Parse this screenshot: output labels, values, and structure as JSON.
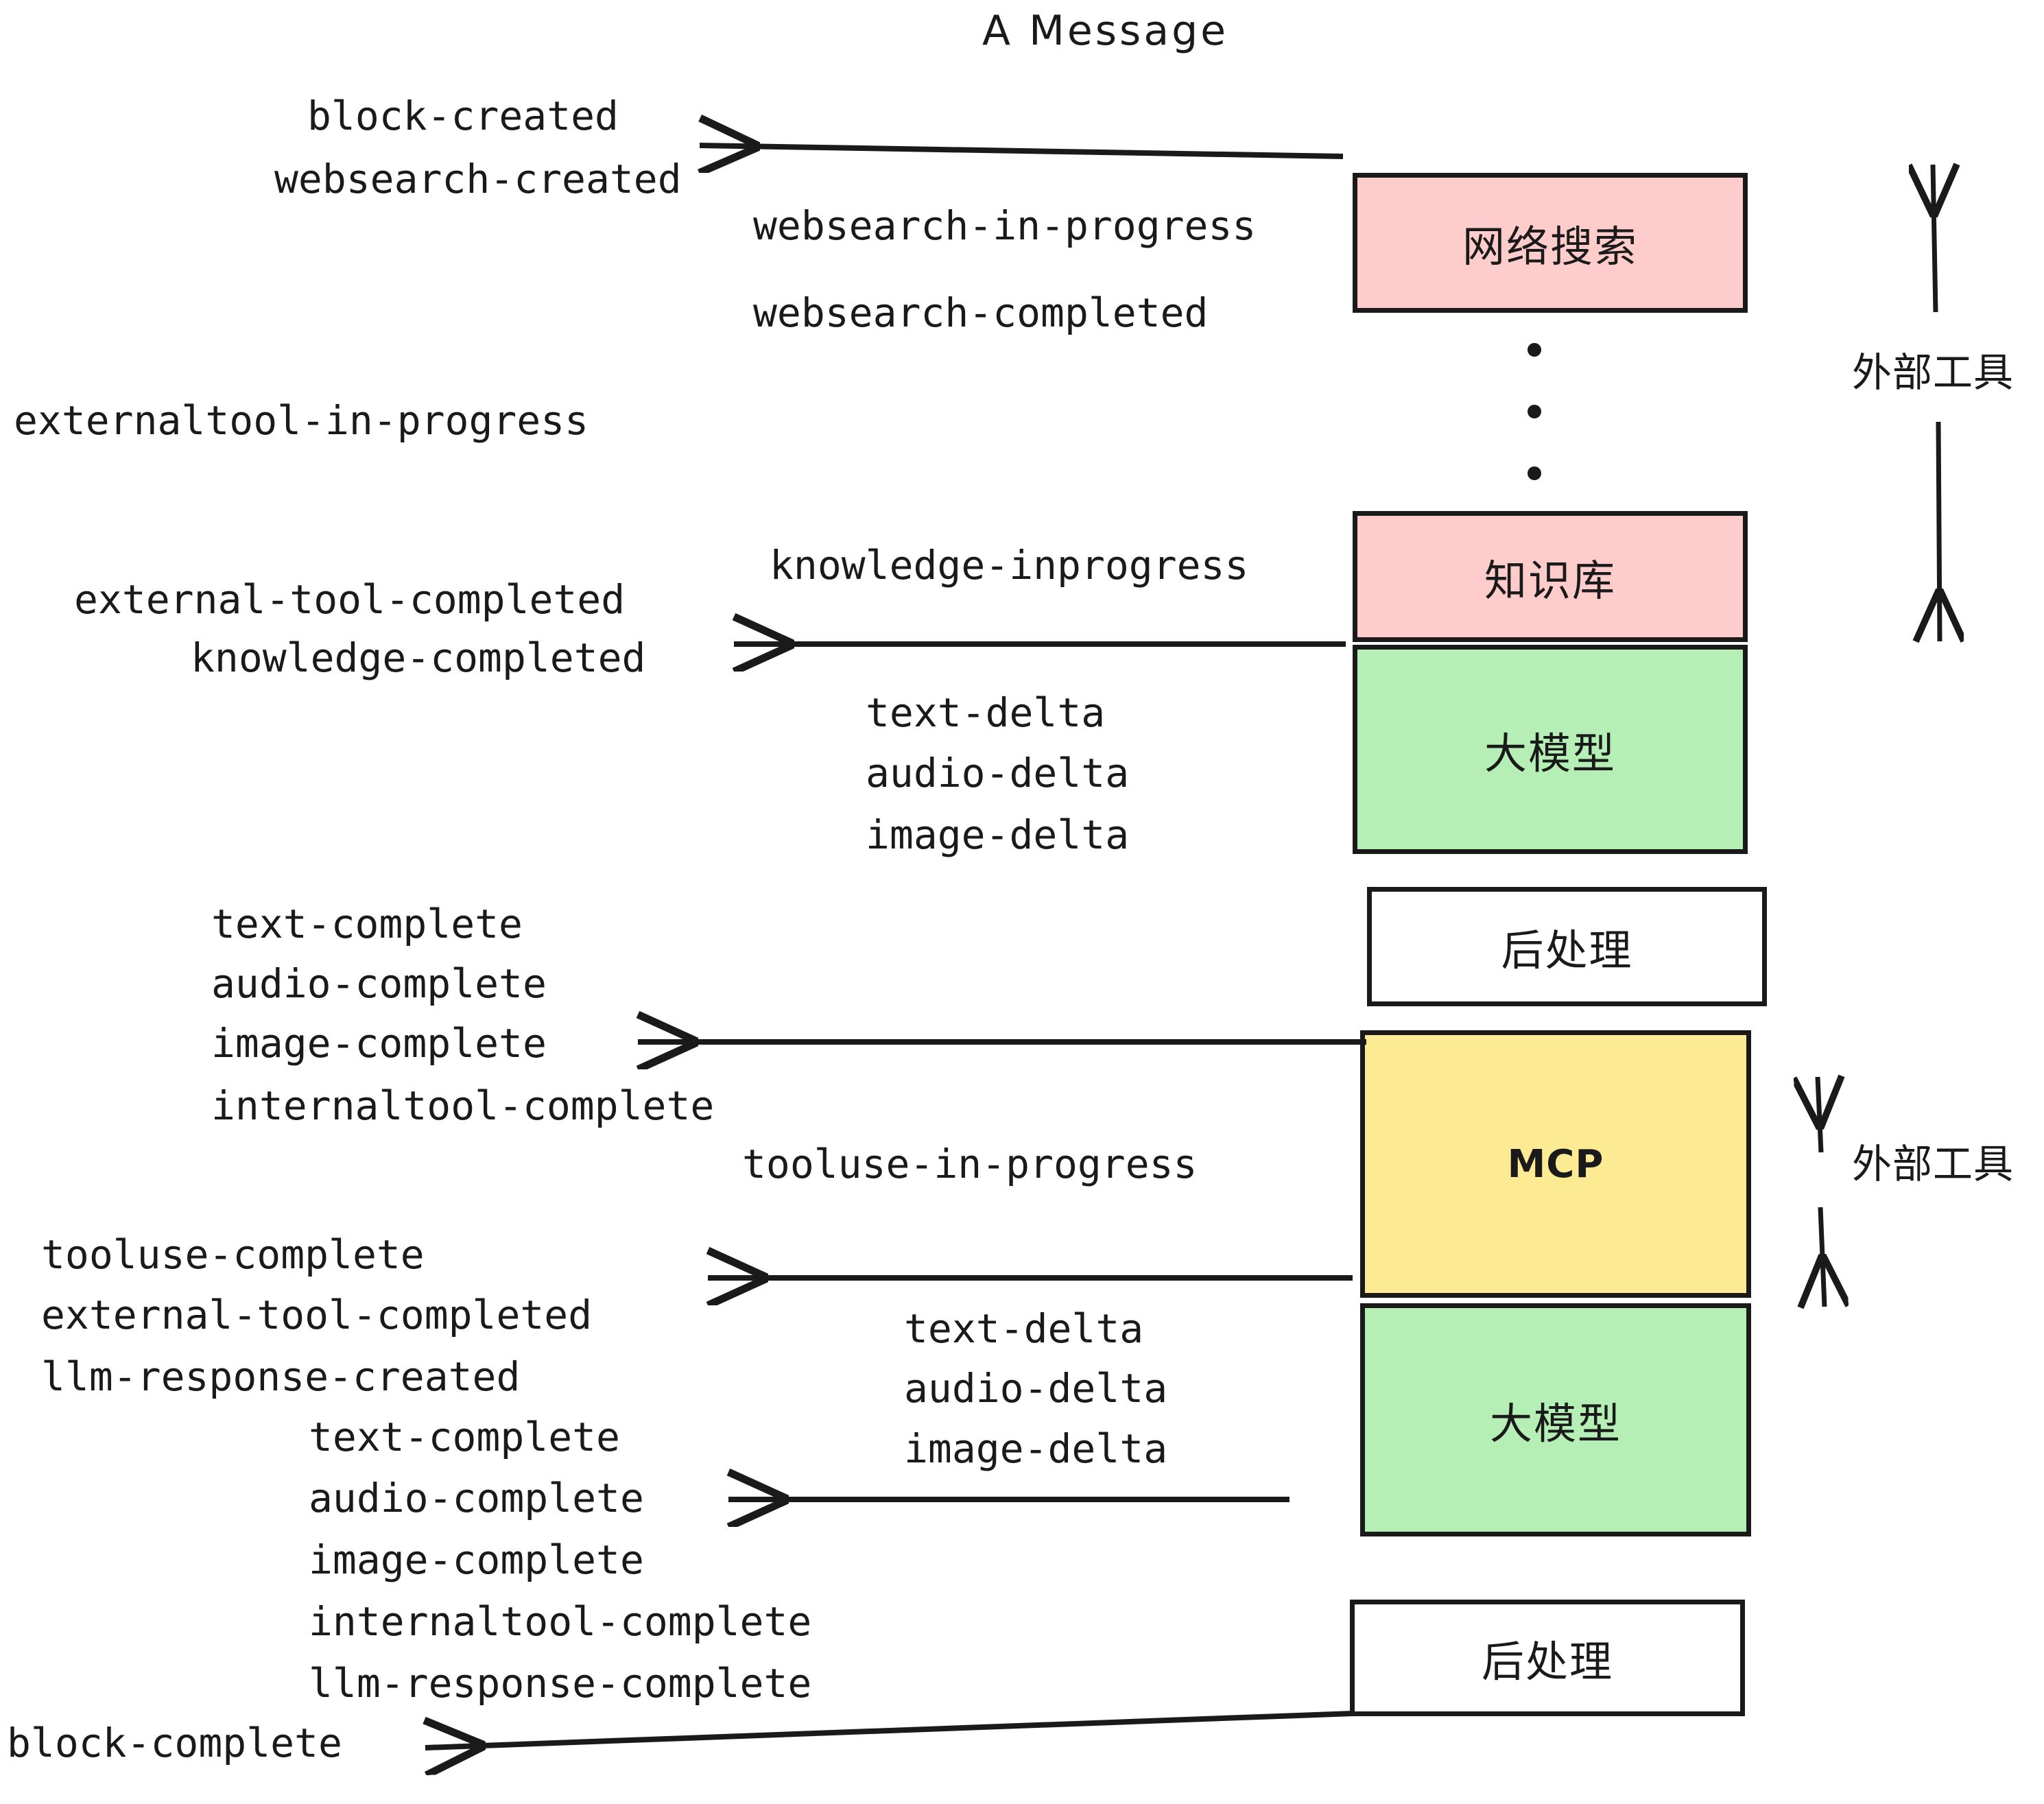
{
  "title": "A Message",
  "boxes": [
    {
      "label": "网络搜索",
      "color": "#ffcccc",
      "kind": "cjk"
    },
    {
      "label": "知识库",
      "color": "#ffcccc",
      "kind": "cjk"
    },
    {
      "label": "大模型",
      "color": "#b5efb5",
      "kind": "cjk"
    },
    {
      "label": "后处理",
      "color": "#ffffff",
      "kind": "cjk"
    },
    {
      "label": "MCP",
      "color": "#fceb92",
      "kind": "latin"
    },
    {
      "label": "大模型",
      "color": "#b5efb5",
      "kind": "cjk"
    },
    {
      "label": "后处理",
      "color": "#ffffff",
      "kind": "cjk"
    }
  ],
  "side_labels": [
    {
      "text": "外部工具"
    },
    {
      "text": "外部工具"
    }
  ],
  "events": [
    {
      "text": "block-created"
    },
    {
      "text": "websearch-created"
    },
    {
      "text": "websearch-in-progress"
    },
    {
      "text": "websearch-completed"
    },
    {
      "text": "externaltool-in-progress"
    },
    {
      "text": "knowledge-inprogress"
    },
    {
      "text": "external-tool-completed"
    },
    {
      "text": "knowledge-completed"
    },
    {
      "text": "text-delta"
    },
    {
      "text": "audio-delta"
    },
    {
      "text": "image-delta"
    },
    {
      "text": "text-complete"
    },
    {
      "text": "audio-complete"
    },
    {
      "text": "image-complete"
    },
    {
      "text": "internaltool-complete"
    },
    {
      "text": "tooluse-in-progress"
    },
    {
      "text": "tooluse-complete"
    },
    {
      "text": "external-tool-completed"
    },
    {
      "text": "llm-response-created"
    },
    {
      "text": "text-delta"
    },
    {
      "text": "audio-delta"
    },
    {
      "text": "image-delta"
    },
    {
      "text": "text-complete"
    },
    {
      "text": "audio-complete"
    },
    {
      "text": "image-complete"
    },
    {
      "text": "internaltool-complete"
    },
    {
      "text": "llm-response-complete"
    },
    {
      "text": "block-complete"
    }
  ],
  "colors": {
    "stroke": "#1a1a1a",
    "pink": "#ffcccc",
    "green": "#b5efb5",
    "yellow": "#fceb92",
    "white": "#ffffff",
    "background": "#ffffff"
  }
}
